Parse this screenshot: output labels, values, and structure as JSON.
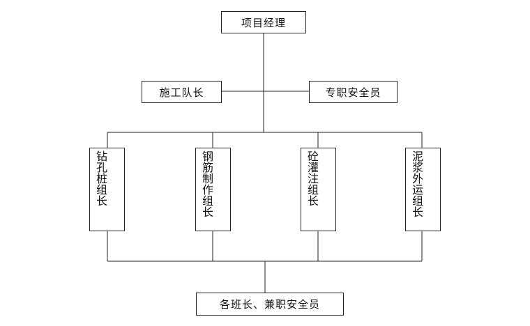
{
  "org_chart": {
    "top": {
      "label": "项目经理"
    },
    "middle_left": {
      "label": "施工队长"
    },
    "middle_right": {
      "label": "专职安全员"
    },
    "groups": [
      {
        "label": "钻孔桩组长"
      },
      {
        "label": "钢筋制作组长"
      },
      {
        "label": "砼灌注组长"
      },
      {
        "label": "泥浆外运组长"
      }
    ],
    "bottom": {
      "label": "各班长、兼职安全员"
    }
  },
  "colors": {
    "line": "#222222",
    "box_border": "#222222",
    "text": "#111111",
    "background": "#ffffff"
  }
}
